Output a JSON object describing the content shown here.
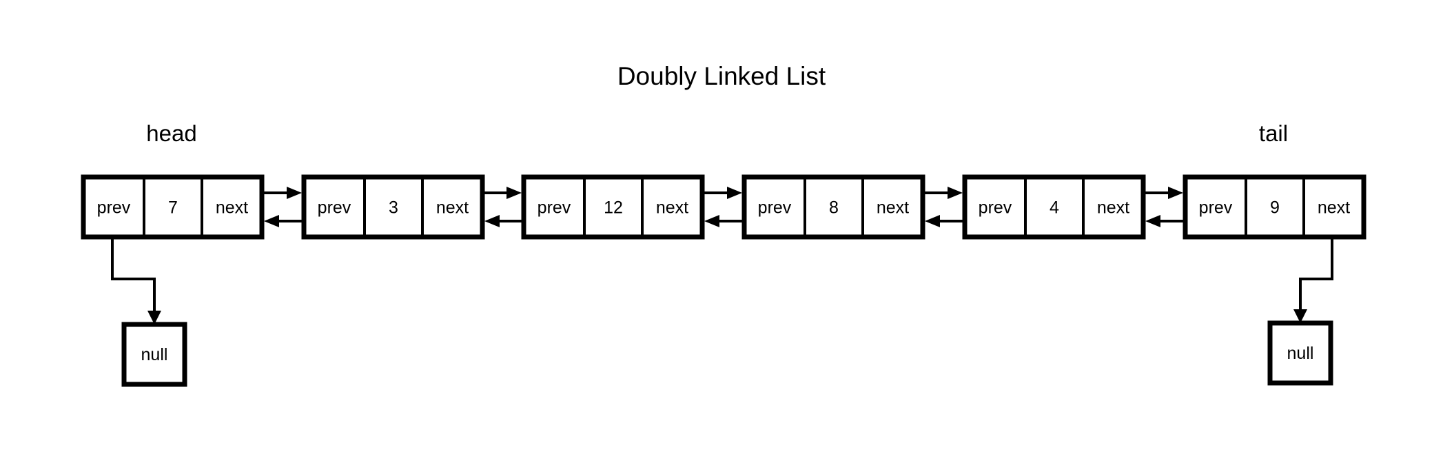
{
  "title": "Doubly Linked List",
  "head_label": "head",
  "tail_label": "tail",
  "nodes": [
    {
      "prev": "prev",
      "value": "7",
      "next": "next"
    },
    {
      "prev": "prev",
      "value": "3",
      "next": "next"
    },
    {
      "prev": "prev",
      "value": "12",
      "next": "next"
    },
    {
      "prev": "prev",
      "value": "8",
      "next": "next"
    },
    {
      "prev": "prev",
      "value": "4",
      "next": "next"
    },
    {
      "prev": "prev",
      "value": "9",
      "next": "next"
    }
  ],
  "null_left": "null",
  "null_right": "null"
}
